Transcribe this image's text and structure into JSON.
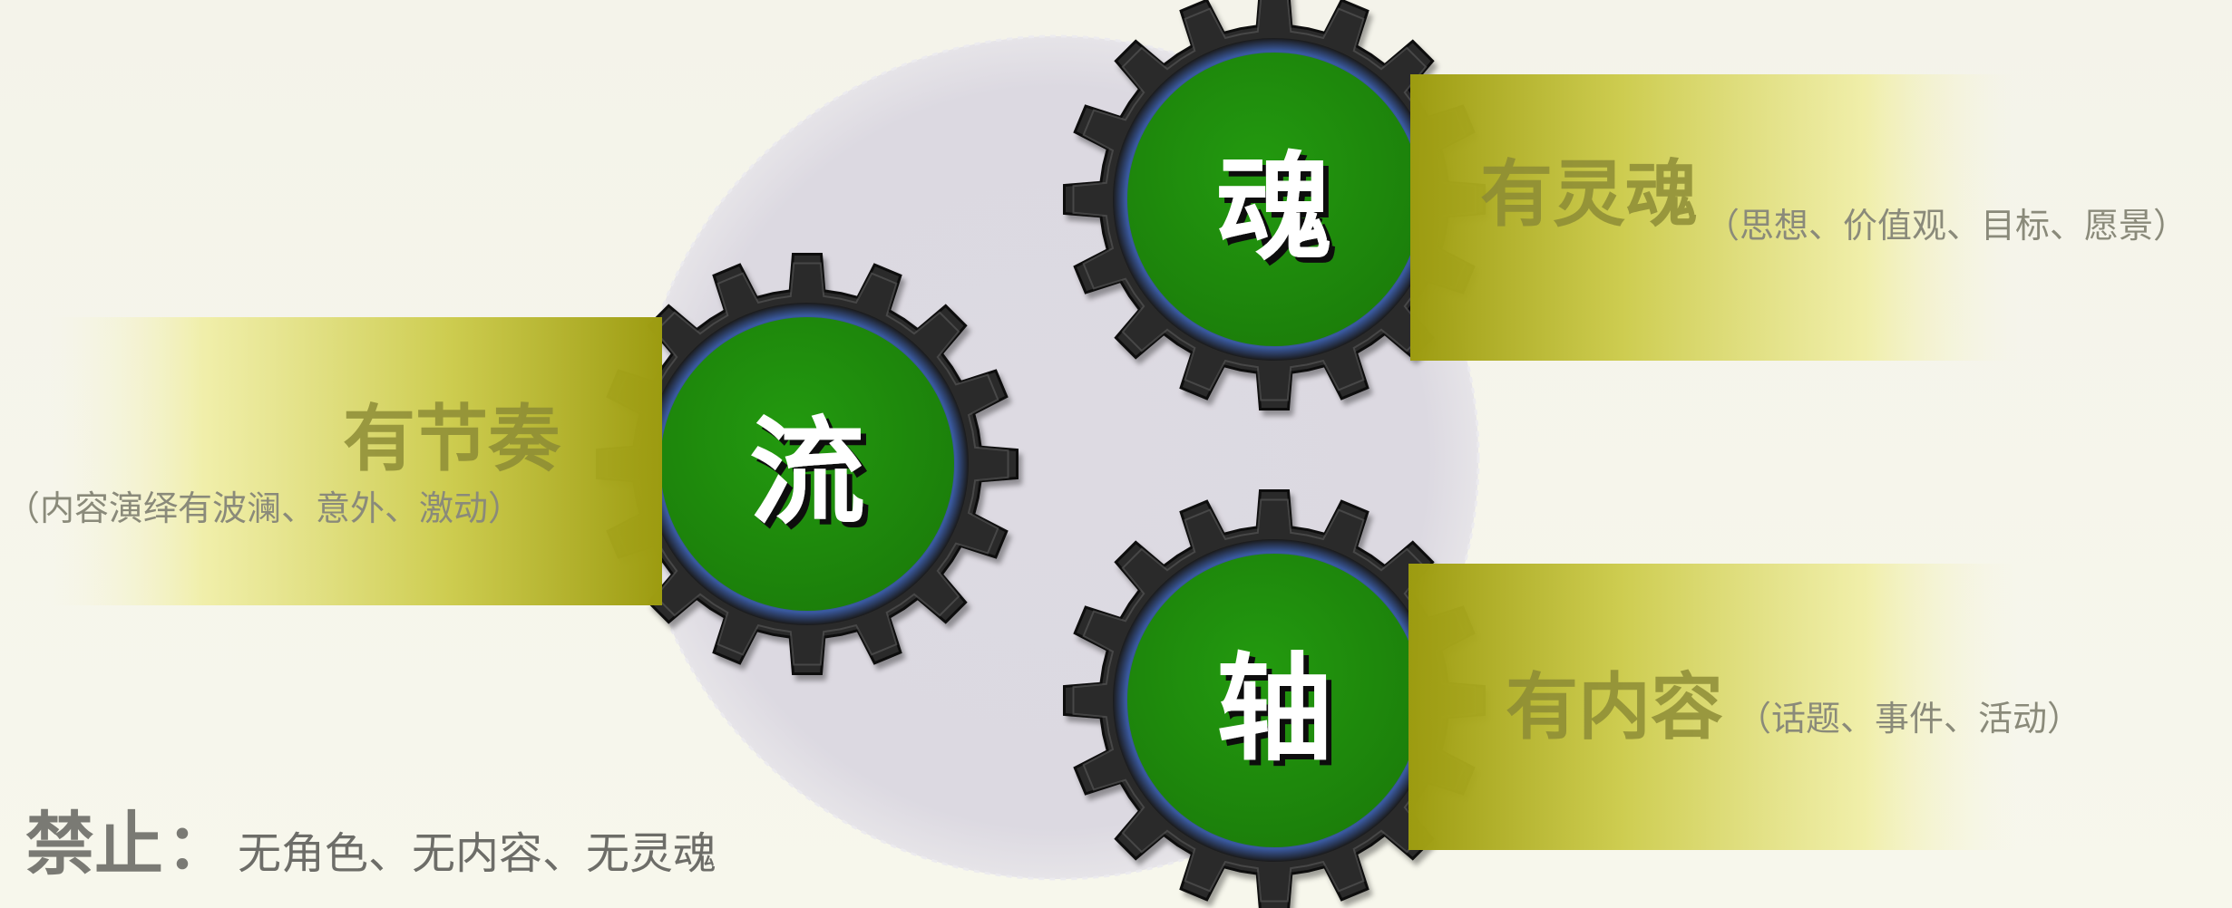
{
  "gears": {
    "top": {
      "char": "魂",
      "heading": "有灵魂",
      "sub": "（思想、价值观、目标、愿景）"
    },
    "left": {
      "char": "流",
      "heading": "有节奏",
      "sub": "（内容演绎有波澜、意外、激动）"
    },
    "bottom": {
      "char": "轴",
      "heading": "有内容",
      "sub": "（话题、事件、活动）"
    }
  },
  "forbidden": {
    "label": "禁止",
    "colon": "：",
    "text": "无角色、无内容、无灵魂"
  },
  "colors": {
    "background": "#f5f4eb",
    "circle": "#dcd9e0",
    "gear_dark": "#2a2a2a",
    "gear_inner_ring": "#2d4a88",
    "gear_center": "#1f8a0c",
    "banner": "#a5a30f"
  }
}
